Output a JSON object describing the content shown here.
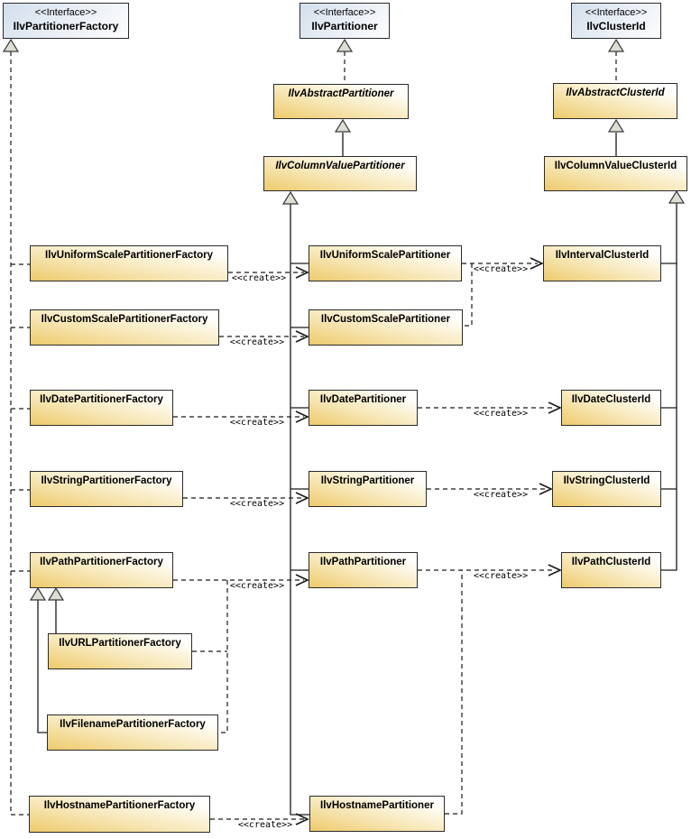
{
  "labels": {
    "stereotype": "<<Interface>>",
    "create": "<<create>>"
  },
  "interfaces": {
    "partitioner_factory": "IlvPartitionerFactory",
    "partitioner": "IlvPartitioner",
    "cluster_id": "IlvClusterId"
  },
  "classes": {
    "abstract_partitioner": "IlvAbstractPartitioner",
    "column_value_partitioner": "IlvColumnValuePartitioner",
    "abstract_cluster_id": "IlvAbstractClusterId",
    "column_value_cluster_id": "IlvColumnValueClusterId",
    "uniform_scale_partitioner_factory": "IlvUniformScalePartitionerFactory",
    "custom_scale_partitioner_factory": "IlvCustomScalePartitionerFactory",
    "date_partitioner_factory": "IlvDatePartitionerFactory",
    "string_partitioner_factory": "IlvStringPartitionerFactory",
    "path_partitioner_factory": "IlvPathPartitionerFactory",
    "url_partitioner_factory": "IlvURLPartitionerFactory",
    "filename_partitioner_factory": "IlvFilenamePartitionerFactory",
    "hostname_partitioner_factory": "IlvHostnamePartitionerFactory",
    "uniform_scale_partitioner": "IlvUniformScalePartitioner",
    "custom_scale_partitioner": "IlvCustomScalePartitioner",
    "date_partitioner": "IlvDatePartitioner",
    "string_partitioner": "IlvStringPartitioner",
    "path_partitioner": "IlvPathPartitioner",
    "hostname_partitioner": "IlvHostnamePartitioner",
    "interval_cluster_id": "IlvIntervalClusterId",
    "date_cluster_id": "IlvDateClusterId",
    "string_cluster_id": "IlvStringClusterId",
    "path_cluster_id": "IlvPathClusterId"
  },
  "colors": {
    "interface_fill": "#d3dfec",
    "class_fill": "#eeca6c",
    "border": "#2b2b2b",
    "line": "#1a1a1a",
    "triangle_fill": "#deded2"
  },
  "relationships": {
    "realizations": [
      [
        "IlvAbstractPartitioner",
        "IlvPartitioner"
      ],
      [
        "IlvAbstractClusterId",
        "IlvClusterId"
      ],
      [
        "IlvUniformScalePartitionerFactory",
        "IlvPartitionerFactory"
      ],
      [
        "IlvCustomScalePartitionerFactory",
        "IlvPartitionerFactory"
      ],
      [
        "IlvDatePartitionerFactory",
        "IlvPartitionerFactory"
      ],
      [
        "IlvStringPartitionerFactory",
        "IlvPartitionerFactory"
      ],
      [
        "IlvPathPartitionerFactory",
        "IlvPartitionerFactory"
      ],
      [
        "IlvHostnamePartitionerFactory",
        "IlvPartitionerFactory"
      ]
    ],
    "generalizations": [
      [
        "IlvColumnValuePartitioner",
        "IlvAbstractPartitioner"
      ],
      [
        "IlvColumnValueClusterId",
        "IlvAbstractClusterId"
      ],
      [
        "IlvUniformScalePartitioner",
        "IlvColumnValuePartitioner"
      ],
      [
        "IlvCustomScalePartitioner",
        "IlvColumnValuePartitioner"
      ],
      [
        "IlvDatePartitioner",
        "IlvColumnValuePartitioner"
      ],
      [
        "IlvStringPartitioner",
        "IlvColumnValuePartitioner"
      ],
      [
        "IlvPathPartitioner",
        "IlvColumnValuePartitioner"
      ],
      [
        "IlvHostnamePartitioner",
        "IlvColumnValuePartitioner"
      ],
      [
        "IlvURLPartitionerFactory",
        "IlvPathPartitionerFactory"
      ],
      [
        "IlvFilenamePartitionerFactory",
        "IlvPathPartitionerFactory"
      ],
      [
        "IlvIntervalClusterId",
        "IlvColumnValueClusterId"
      ],
      [
        "IlvDateClusterId",
        "IlvColumnValueClusterId"
      ],
      [
        "IlvStringClusterId",
        "IlvColumnValueClusterId"
      ],
      [
        "IlvPathClusterId",
        "IlvColumnValueClusterId"
      ]
    ],
    "creates": [
      [
        "IlvUniformScalePartitionerFactory",
        "IlvUniformScalePartitioner"
      ],
      [
        "IlvCustomScalePartitionerFactory",
        "IlvCustomScalePartitioner"
      ],
      [
        "IlvDatePartitionerFactory",
        "IlvDatePartitioner"
      ],
      [
        "IlvStringPartitionerFactory",
        "IlvStringPartitioner"
      ],
      [
        "IlvPathPartitionerFactory",
        "IlvPathPartitioner"
      ],
      [
        "IlvURLPartitionerFactory",
        "IlvPathPartitioner"
      ],
      [
        "IlvFilenamePartitionerFactory",
        "IlvPathPartitioner"
      ],
      [
        "IlvHostnamePartitionerFactory",
        "IlvHostnamePartitioner"
      ],
      [
        "IlvUniformScalePartitioner",
        "IlvIntervalClusterId"
      ],
      [
        "IlvCustomScalePartitioner",
        "IlvIntervalClusterId"
      ],
      [
        "IlvDatePartitioner",
        "IlvDateClusterId"
      ],
      [
        "IlvStringPartitioner",
        "IlvStringClusterId"
      ],
      [
        "IlvPathPartitioner",
        "IlvPathClusterId"
      ],
      [
        "IlvHostnamePartitioner",
        "IlvPathClusterId"
      ]
    ]
  }
}
